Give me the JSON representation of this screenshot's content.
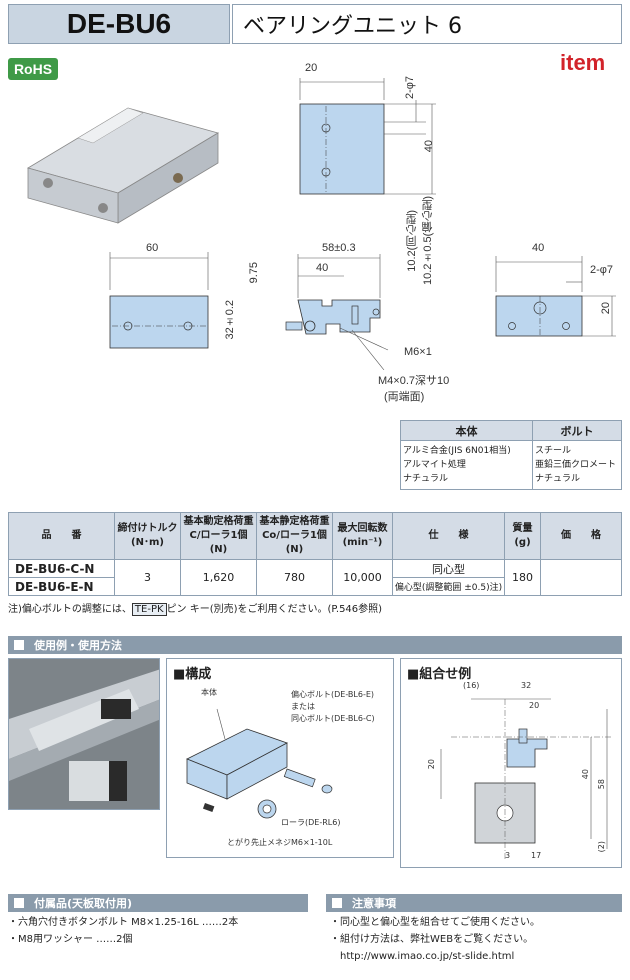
{
  "header": {
    "code": "DE-BU6",
    "name": "ベアリングユニット 6",
    "rohs": "RoHS",
    "brand": "item"
  },
  "drawing": {
    "top_view": {
      "d_width": "20",
      "d_holes": "2-φ7",
      "d_height": "40"
    },
    "front_view": {
      "d_width": "60",
      "d_height": "32±0.2"
    },
    "side_view": {
      "d_58": "58±0.3",
      "d_40": "40",
      "d_975": "9.75",
      "d_102a": "10.2(同心型)",
      "d_102b": "10.2±0.5(偏心型)",
      "m6": "M6×1",
      "m4": "M4×0.7深サ10",
      "m4b": "(両端面)"
    },
    "right_view": {
      "d_width": "40",
      "d_holes": "2-φ7",
      "d_height": "20"
    }
  },
  "material": {
    "headers": [
      "本体",
      "ボルト"
    ],
    "body": [
      "アルミ合金(JIS 6N01相当)",
      "アルマイト処理",
      "ナチュラル"
    ],
    "bolt": [
      "スチール",
      "亜鉛三価クロメート",
      "ナチュラル"
    ]
  },
  "spec": {
    "headers": {
      "part": "品　　番",
      "torque": "締付けトルク(N･m)",
      "dyn": "基本動定格荷重 C/ローラ1個(N)",
      "stat": "基本静定格荷重 Co/ローラ1個(N)",
      "rpm": "最大回転数(min⁻¹)",
      "spec": "仕　　様",
      "mass": "質量(g)",
      "price": "価　　格"
    },
    "rows": [
      {
        "part": "DE-BU6-C-N",
        "spec": "同心型"
      },
      {
        "part": "DE-BU6-E-N",
        "spec": "偏心型(調整範囲 ±0.5)注)"
      }
    ],
    "torque": "3",
    "dyn": "1,620",
    "stat": "780",
    "rpm": "10,000",
    "mass": "180",
    "price": ""
  },
  "note": {
    "pre": "注)偏心ボルトの調整には、",
    "tepk": "TE-PK",
    "post": "ピン キー(別売)をご利用ください。(P.546参照)"
  },
  "usage": {
    "title": "使用例・使用方法",
    "structure_title": "■構成",
    "combo_title": "■組合せ例",
    "labels": {
      "body": "本体",
      "bolt1": "偏心ボルト(DE-BL6-E)",
      "bolt2": "または",
      "bolt3": "同心ボルト(DE-BL6-C)",
      "roller": "ローラ(DE-RL6)",
      "screw": "とがり先止メネジM6×1-10L"
    },
    "combo_dims": {
      "d16": "(16)",
      "d32": "32",
      "d20": "20",
      "d20b": "20",
      "d40": "40",
      "d58": "58",
      "d3": "3",
      "d17": "17",
      "d2": "(2)"
    }
  },
  "accessories": {
    "title": "付属品(天板取付用)",
    "items": [
      "・六角穴付きボタンボルト M8×1.25-16L ……2本",
      "・M8用ワッシャー ……2個"
    ]
  },
  "cautions": {
    "title": "注意事項",
    "items": [
      "・同心型と偏心型を組合せてご使用ください。",
      "・組付け方法は、弊社WEBをご覧ください。",
      "　http://www.imao.co.jp/st-slide.html"
    ]
  },
  "colors": {
    "accent": "#c9d5e1",
    "section_bar": "#8a9bab",
    "part_blue": "#bcd6ee",
    "rohs_green": "#3f9a47",
    "brand_red": "#d2232a"
  }
}
